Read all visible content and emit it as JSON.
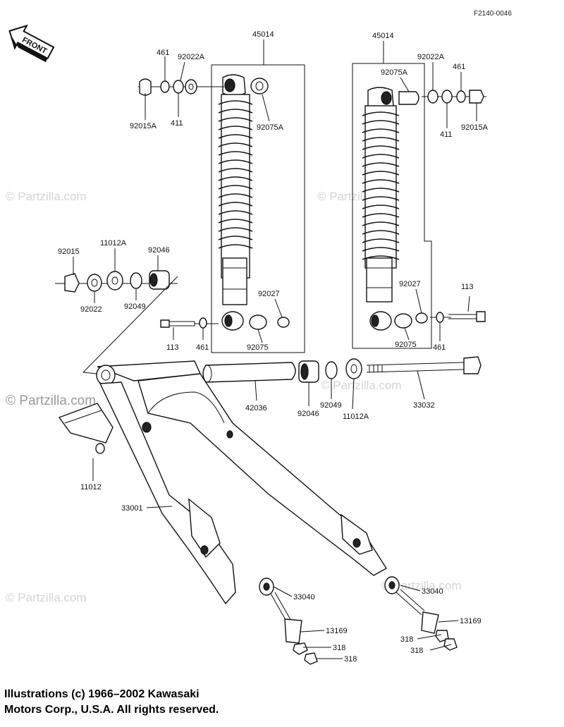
{
  "diagram_code": "F2140-0046",
  "front_label": "FRONT",
  "watermark": "© Partzilla.com",
  "copyright_lines": [
    "Illustrations (c) 1966–2002 Kawasaki",
    "Motors Corp., U.S.A.  All rights reserved."
  ],
  "labels": {
    "p45014_left": "45014",
    "p45014_right": "45014",
    "p461_tl": "461",
    "p92022A_tl": "92022A",
    "p92015A_tl": "92015A",
    "p411_tl": "411",
    "p92075A_left": "92075A",
    "p92075A_right": "92075A",
    "p92022A_tr": "92022A",
    "p461_tr": "461",
    "p411_tr": "411",
    "p92015A_tr": "92015A",
    "p92015_left": "92015",
    "p11012A_top": "11012A",
    "p92046_top": "92046",
    "p92022_left": "92022",
    "p92049_left": "92049",
    "p92027_left": "92027",
    "p92027_right": "92027",
    "p113_left": "113",
    "p113_right": "113",
    "p461_bl": "461",
    "p92075_left": "92075",
    "p92075_right": "92075",
    "p461_br": "461",
    "p42036": "42036",
    "p92046_mid": "92046",
    "p92049_mid": "92049",
    "p11012A_mid": "11012A",
    "p33032": "33032",
    "p11012": "11012",
    "p33001": "33001",
    "p33040_left": "33040",
    "p33040_right": "33040",
    "p13169_left": "13169",
    "p13169_right": "13169",
    "p318_l1": "318",
    "p318_l2": "318",
    "p318_r1": "318",
    "p318_r2": "318"
  }
}
